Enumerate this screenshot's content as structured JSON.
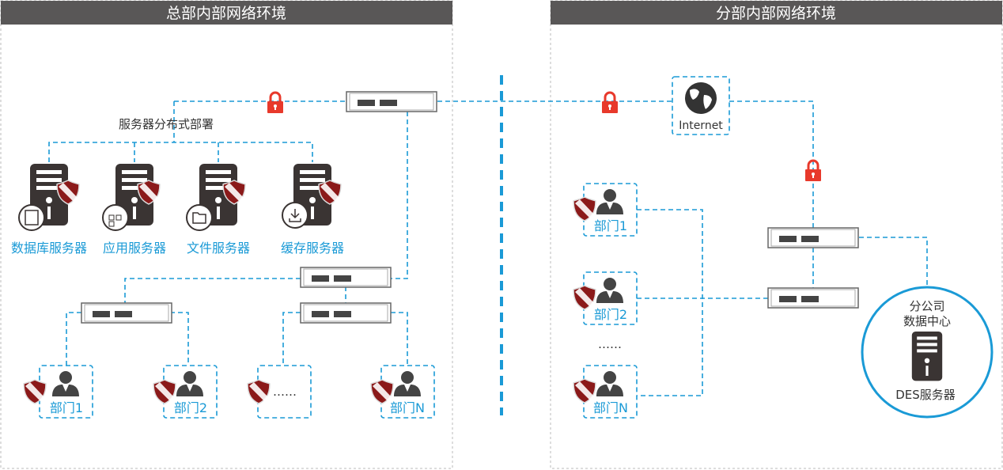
{
  "hq": {
    "title": "总部内部网络环境",
    "server_group_label": "服务器分布式部署",
    "servers": [
      {
        "label": "数据库服务器",
        "badge": "database-icon"
      },
      {
        "label": "应用服务器",
        "badge": "apps-icon"
      },
      {
        "label": "文件服务器",
        "badge": "folder-icon"
      },
      {
        "label": "缓存服务器",
        "badge": "download-icon"
      }
    ],
    "departments": [
      "部门1",
      "部门2",
      "……",
      "部门N"
    ]
  },
  "branch": {
    "title": "分部内部网络环境",
    "internet_label": "Internet",
    "departments": [
      "部门1",
      "部门2",
      "部门N"
    ],
    "ellipsis": "……",
    "datacenter": {
      "line1": "分公司",
      "line2": "数据中心",
      "server_label": "DES服务器"
    }
  },
  "colors": {
    "accent": "#1a9ad6",
    "lock": "#e8392b",
    "title_bar": "#595757",
    "shield": "#8b1a1a"
  }
}
